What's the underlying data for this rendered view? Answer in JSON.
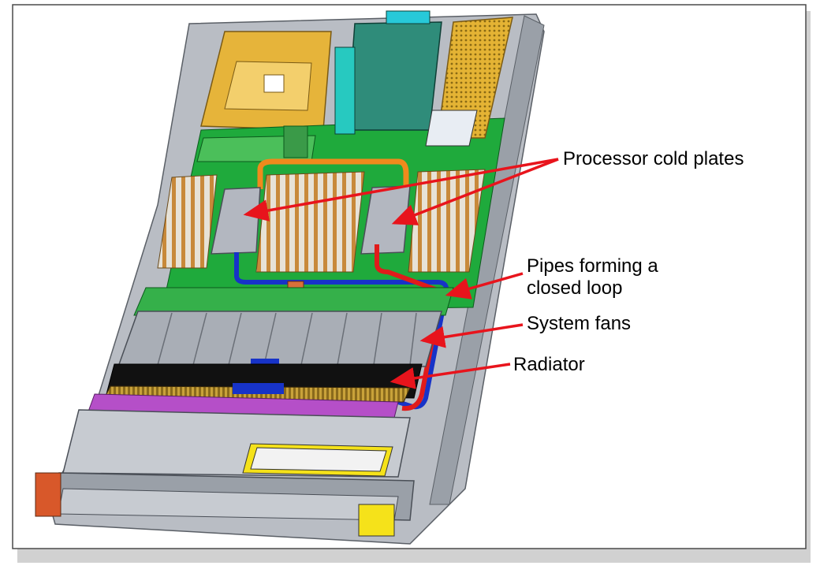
{
  "callouts": {
    "cold_plates": "Processor cold plates",
    "pipes_line1": "Pipes forming a",
    "pipes_line2": "closed loop",
    "fans": "System fans",
    "radiator": "Radiator"
  },
  "colors": {
    "arrow": "#e8141c",
    "chassis": "#b9bdc4",
    "board": "#1faa3c",
    "riser": "#e6b43a",
    "dimm": "#c8893a",
    "radiator": "#111111",
    "pipe_blue": "#1733c8",
    "pipe_red": "#e01b1b",
    "pipe_orange": "#f08a1c",
    "magenta": "#b54fc8",
    "label_yellow": "#f5e21a",
    "handle_orange": "#d8582a"
  }
}
